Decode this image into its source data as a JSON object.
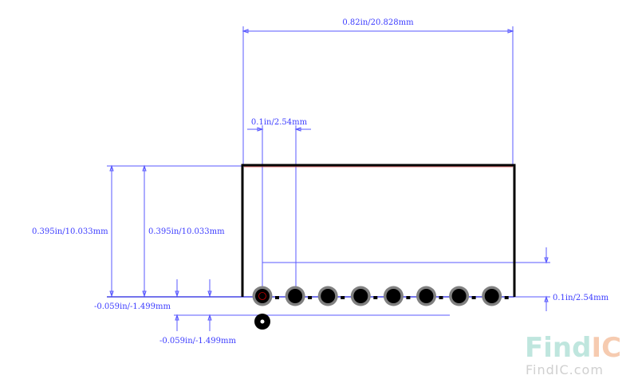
{
  "dimensions": {
    "overall_width": "0.82in/20.828mm",
    "pitch": "0.1in/2.54mm",
    "height_a": "0.395in/10.033mm",
    "height_b": "0.395in/10.033mm",
    "offset_a": "-0.059in/-1.499mm",
    "offset_b": "-0.059in/-1.499mm",
    "row_offset": "0.1in/2.54mm"
  },
  "pads": {
    "count": 8,
    "pin1_marked": true
  },
  "watermark": {
    "logo": "FindIC",
    "url": "FindIC.com"
  },
  "colors": {
    "dimension": "#3b3bff",
    "outline": "#000000",
    "pad_ring": "#808080",
    "pin1": "#cc0000",
    "wm_find": "#bfe6de",
    "wm_ic": "#f6cbb0"
  }
}
